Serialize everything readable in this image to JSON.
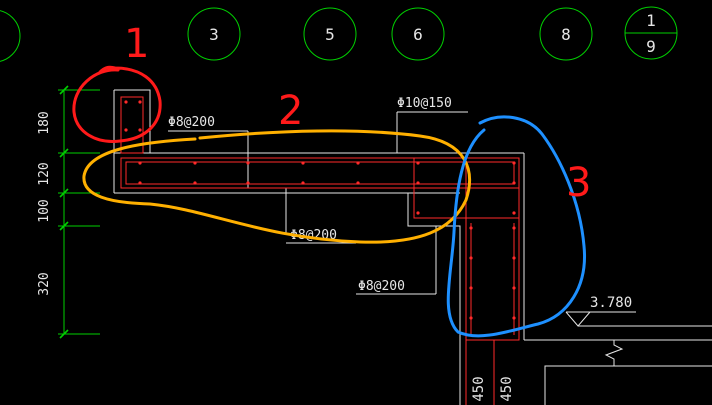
{
  "colors": {
    "background": "#000000",
    "grid_bubble": "#00d000",
    "rebar": "#ff2a2a",
    "outline": "#e6e6e6",
    "dim": "#00d000",
    "markup_red": "#ff1a1a",
    "markup_orange": "#ffb000",
    "markup_blue": "#1e90ff"
  },
  "grid_axes": [
    "3",
    "5",
    "6",
    "8"
  ],
  "grid_axis_split": {
    "top": "1",
    "bottom": "9"
  },
  "dimensions": [
    "180",
    "120",
    "100",
    "320"
  ],
  "bottom_dimensions": [
    "450",
    "450"
  ],
  "rebar_notes": [
    "Φ8@200",
    "Φ10@150",
    "Φ8@200",
    "Φ8@200"
  ],
  "elevation": "3.780",
  "annotations": [
    "1",
    "2",
    "3"
  ]
}
